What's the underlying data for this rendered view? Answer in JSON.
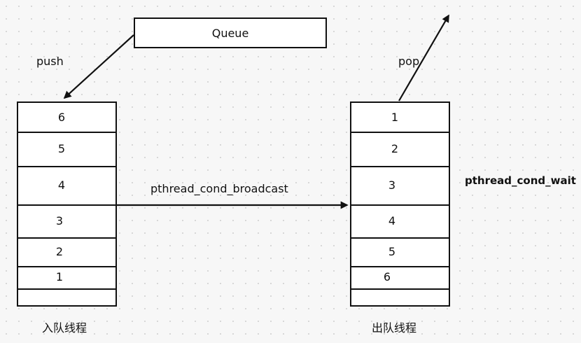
{
  "queue": {
    "label": "Queue"
  },
  "push_label": "push",
  "pop_label": "pop",
  "broadcast_label": "pthread_cond_broadcast",
  "wait_label": "pthread_cond_wait",
  "enqueue_stack": {
    "caption": "入队线程",
    "cells": [
      "6",
      "5",
      "4",
      "3",
      "2",
      "1",
      ""
    ]
  },
  "dequeue_stack": {
    "caption": "出队线程",
    "cells": [
      "1",
      "2",
      "3",
      "4",
      "5",
      "6",
      ""
    ]
  }
}
